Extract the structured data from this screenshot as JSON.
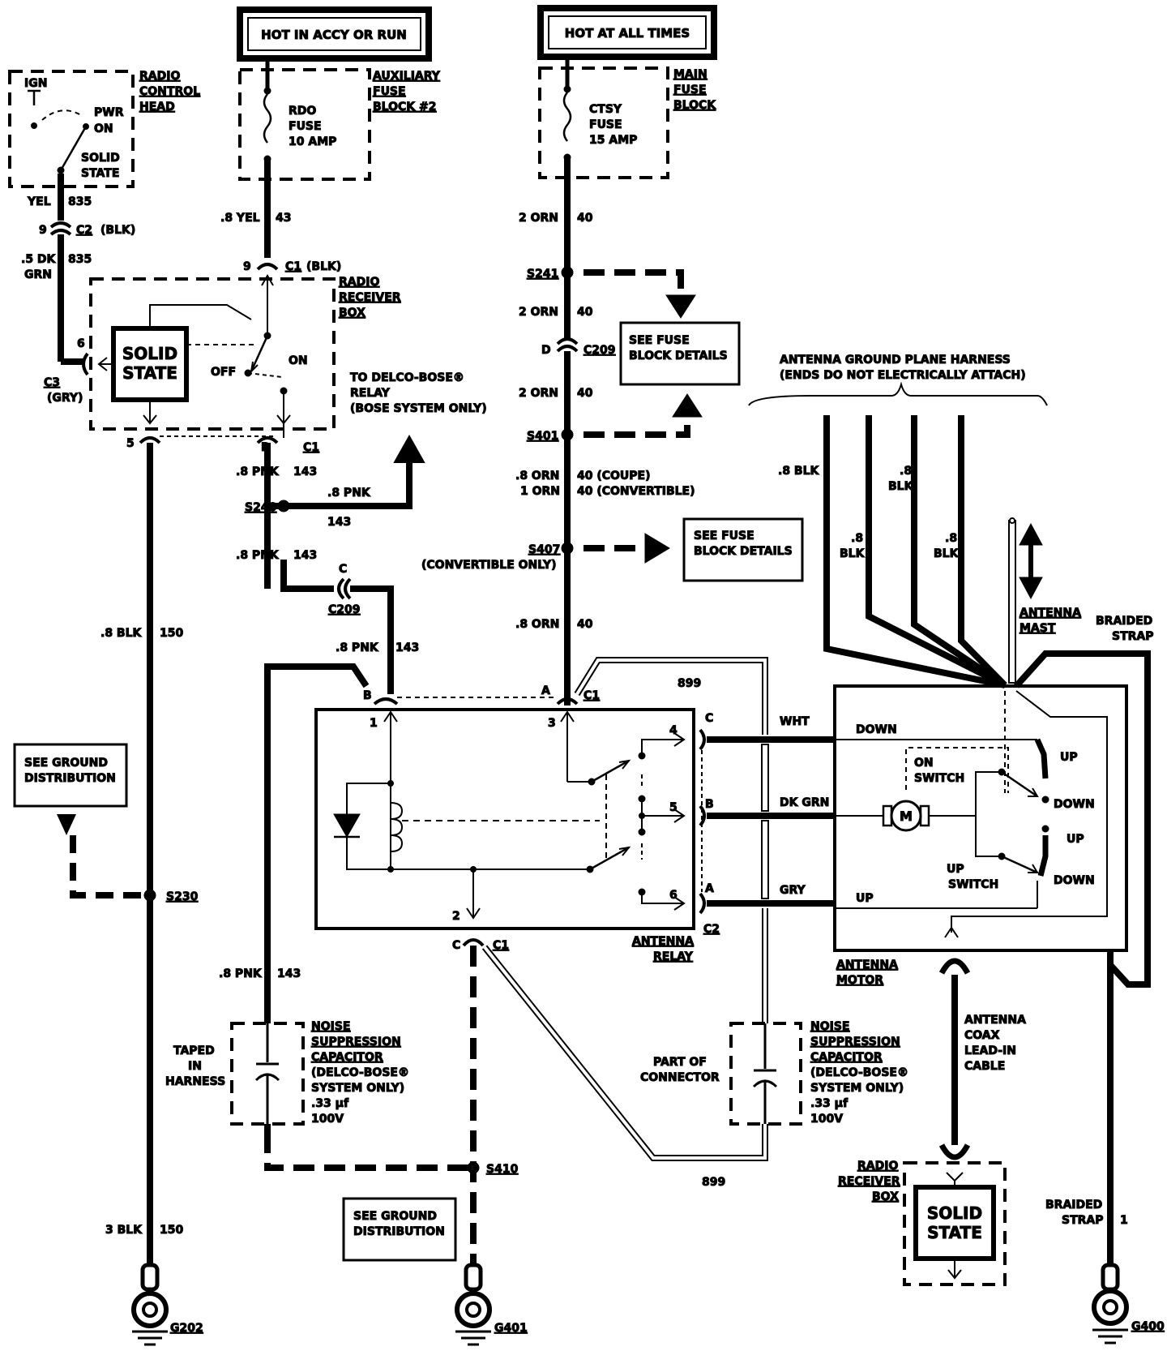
{
  "boxes": {
    "hot_accy": "HOT IN ACCY OR RUN",
    "hot_all": "HOT AT ALL TIMES",
    "see_fuse_1": [
      "SEE FUSE",
      "BLOCK DETAILS"
    ],
    "see_fuse_2": [
      "SEE FUSE",
      "BLOCK DETAILS"
    ],
    "see_ground_1": [
      "SEE GROUND",
      "DISTRIBUTION"
    ],
    "see_ground_2": [
      "SEE GROUND",
      "DISTRIBUTION"
    ]
  },
  "radio_control_head": {
    "title": [
      "RADIO",
      "CONTROL",
      "HEAD"
    ],
    "ign": "IGN",
    "pwr": "PWR",
    "on": "ON",
    "solid": "SOLID",
    "state": "STATE"
  },
  "aux_fuse": {
    "title": [
      "AUXILIARY",
      "FUSE",
      "BLOCK #2"
    ],
    "fuse": [
      "RDO",
      "FUSE",
      "10 AMP"
    ]
  },
  "main_fuse": {
    "title": [
      "MAIN",
      "FUSE",
      "BLOCK"
    ],
    "fuse": [
      "CTSY",
      "FUSE",
      "15 AMP"
    ]
  },
  "wires": {
    "yel": "YEL",
    "w835a": "835",
    "c2_pin": "9",
    "c2": "C2",
    "c2_color": "(BLK)",
    "dkgrn_1": ".5 DK",
    "dkgrn_2": "GRN",
    "w835b": "835",
    "yel8": ".8 YEL",
    "w43": "43",
    "c1_pin9": "9",
    "c1": "C1",
    "c1_color": "(BLK)",
    "orn2a": "2 ORN",
    "w40a": "40",
    "s241": "S241",
    "orn2b": "2 ORN",
    "w40b": "40",
    "c209_pin": "D",
    "c209": "C209",
    "orn2c": "2 ORN",
    "w40c": "40",
    "s401": "S401",
    "orn8": ".8 ORN",
    "w40_coupe": "40 (COUPE)",
    "orn1": "1 ORN",
    "w40_conv": "40 (CONVERTIBLE)",
    "s407": "S407",
    "conv_only": "(CONVERTIBLE ONLY)",
    "orn8b": ".8 ORN",
    "w40d": "40",
    "c3_pin": "6",
    "c3": "C3",
    "c3_color": "(GRY)",
    "pin5": "5",
    "pinB": "B",
    "c1b": "C1",
    "pnk8a": ".8 PNK",
    "w143a": "143",
    "s240": "S240",
    "pnk8_branch": ".8 PNK",
    "w143_branch": "143",
    "pnk8b": ".8 PNK",
    "w143b": "143",
    "c209_pinC": "C",
    "c209b": "C209",
    "pnk8c": ".8 PNK",
    "w143c": "143",
    "blk8": ".8 BLK",
    "w150a": "150",
    "s230": "S230",
    "blk3": "3 BLK",
    "w150b": "150",
    "g202": "G202",
    "relay_B": "B",
    "relay_A": "A",
    "relay_c1": "C1",
    "w899a": "899",
    "pnk8d": ".8 PNK",
    "w143d": "143",
    "s410": "S410",
    "relay_C": "C",
    "relay_c1b": "C1",
    "g401": "G401",
    "w899b": "899",
    "g400": "G400",
    "braided_strap_2": [
      "BRAIDED",
      "STRAP"
    ],
    "w1": "1"
  },
  "radio_receiver_box": {
    "title": [
      "RADIO",
      "RECEIVER",
      "BOX"
    ],
    "solid_state": [
      "SOLID",
      "STATE"
    ],
    "off": "OFF",
    "on": "ON"
  },
  "bose_relay": [
    "TO DELCO-BOSE®",
    "RELAY",
    "(BOSE SYSTEM ONLY)"
  ],
  "antenna_relay": {
    "title": [
      "ANTENNA",
      "RELAY"
    ],
    "pins": [
      "1",
      "3",
      "4",
      "5",
      "6",
      "2"
    ],
    "c2_pins": [
      "C",
      "B",
      "A"
    ],
    "c2": "C2"
  },
  "harness": {
    "title": "ANTENNA GROUND PLANE HARNESS",
    "subtitle": "(ENDS DO NOT ELECTRICALLY ATTACH)",
    "blk_a": ".8 BLK",
    "blk_b": [
      ".8",
      "BLK"
    ],
    "blk_c": [
      ".8",
      "BLK"
    ],
    "blk_d": [
      ".8",
      "BLK"
    ]
  },
  "antenna": {
    "mast": [
      "ANTENNA",
      "MAST"
    ],
    "braided_strap": [
      "BRAIDED",
      "STRAP"
    ],
    "motor": [
      "ANTENNA",
      "MOTOR"
    ],
    "wht": "WHT",
    "dkgrn": "DK GRN",
    "gry": "GRY",
    "down1": "DOWN",
    "up1": "UP",
    "down2": "DOWN",
    "up2": "UP",
    "down3": "DOWN",
    "up3": "UP",
    "on_switch": [
      "ON",
      "SWITCH"
    ],
    "up_switch": [
      "UP",
      "SWITCH"
    ],
    "motor_m": "M",
    "coax": [
      "ANTENNA",
      "COAX",
      "LEAD-IN",
      "CABLE"
    ]
  },
  "capacitors": {
    "left": [
      "NOISE",
      "SUPPRESSION",
      "CAPACITOR",
      "(DELCO-BOSE®",
      "SYSTEM ONLY)",
      ".33 µf",
      "100V"
    ],
    "right": [
      "NOISE",
      "SUPPRESSION",
      "CAPACITOR",
      "(DELCO-BOSE®",
      "SYSTEM ONLY)",
      ".33 µf",
      "100V"
    ],
    "taped": [
      "TAPED",
      "IN",
      "HARNESS"
    ],
    "part_of": [
      "PART OF",
      "CONNECTOR"
    ]
  },
  "radio_receiver_box_2": {
    "title": [
      "RADIO",
      "RECEIVER",
      "BOX"
    ],
    "solid_state": [
      "SOLID",
      "STATE"
    ]
  }
}
